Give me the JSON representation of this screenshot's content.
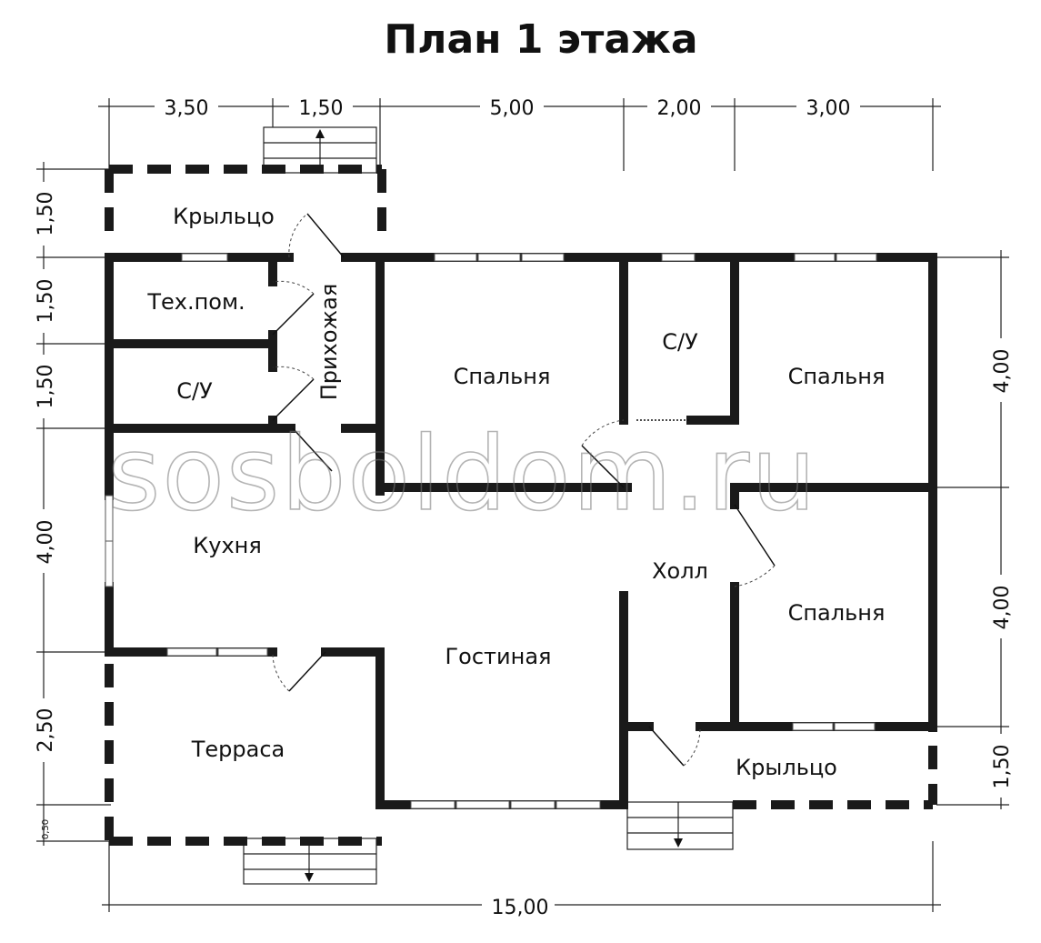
{
  "title": "План 1 этажа",
  "rooms": {
    "porch_top": "Крыльцо",
    "tech_room": "Тех.пом.",
    "bath_left": "С/У",
    "hallway_entry": "Прихожая",
    "bedroom_1": "Спальня",
    "bath_center": "С/У",
    "bedroom_2": "Спальня",
    "kitchen": "Кухня",
    "hall": "Холл",
    "bedroom_3": "Спальня",
    "living_room": "Гостиная",
    "terrace": "Терраса",
    "porch_bottom": "Крыльцо"
  },
  "dimensions": {
    "top": [
      "3,50",
      "1,50",
      "5,00",
      "2,00",
      "3,00"
    ],
    "left": [
      "1,50",
      "1,50",
      "1,50",
      "4,00",
      "2,50",
      "0,50"
    ],
    "right": [
      "4,00",
      "4,00",
      "1,50"
    ],
    "bottom": "15,00"
  },
  "watermark": "sosboldom.ru"
}
